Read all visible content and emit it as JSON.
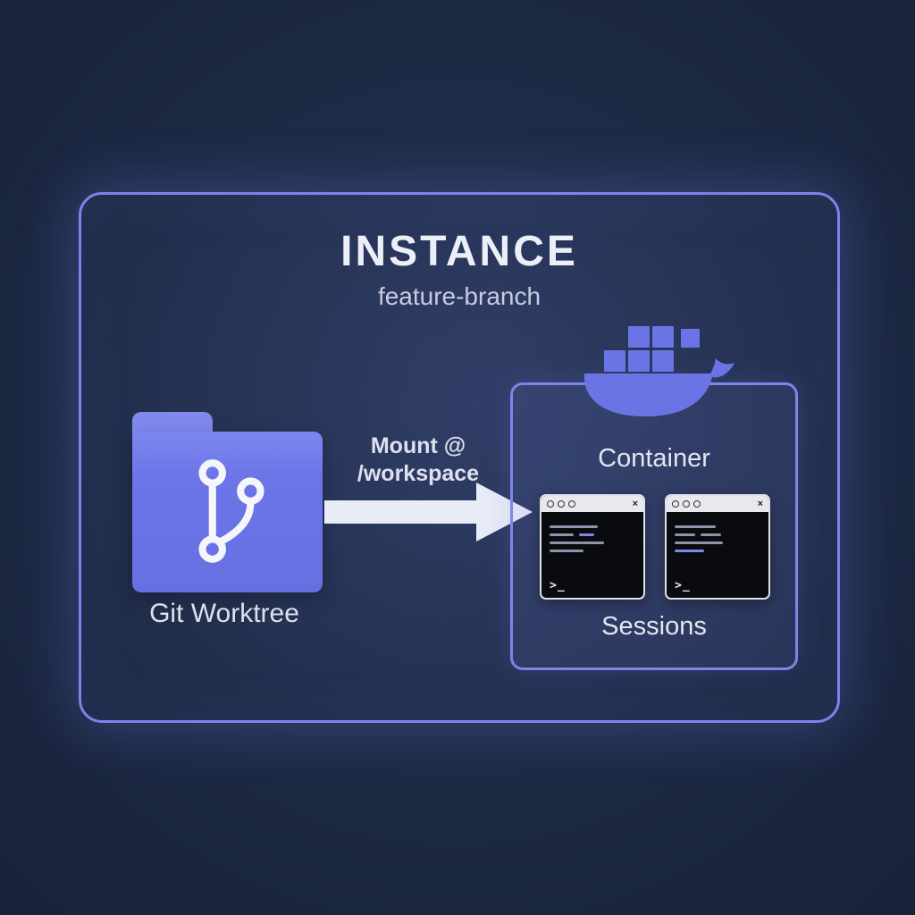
{
  "instance": {
    "title": "INSTANCE",
    "subtitle": "feature-branch",
    "worktree_label": "Git Worktree",
    "mount_label_line1": "Mount @",
    "mount_label_line2": "/workspace",
    "container_label": "Container",
    "sessions_label": "Sessions",
    "terminal_prompt": ">_",
    "terminal_close": "×"
  },
  "icons": {
    "folder": "git-worktree-folder-icon",
    "git_branch": "git-branch-icon",
    "docker": "docker-whale-icon",
    "terminal": "terminal-window-icon",
    "arrow": "mount-arrow-icon"
  },
  "colors": {
    "background": "#1b2740",
    "accent_border": "#7b85e9",
    "folder_fill": "#6c75e7",
    "docker_fill": "#6b74e4",
    "arrow_fill": "#e9ebf6",
    "title_text": "#edeff8",
    "label_text": "#dde1ee",
    "terminal_bg": "#0a0b0f",
    "terminal_header": "#e8e9ef"
  }
}
